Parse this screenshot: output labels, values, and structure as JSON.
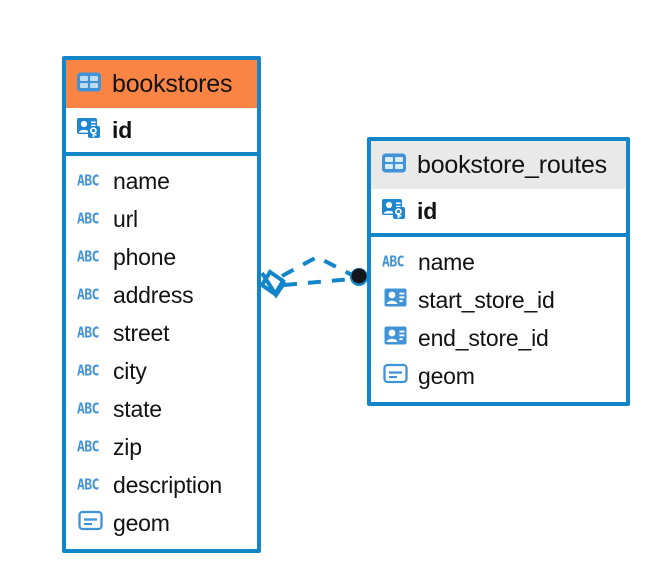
{
  "diagram": {
    "type": "entity-relationship-diagram",
    "background_color": "#ffffff",
    "accent_color": "#1385c9",
    "highlight_color": "#fa8443",
    "icon_color": "#3f93d6"
  },
  "entities": [
    {
      "name": "bookstores",
      "header_style": "accent-orange",
      "table_icon": "table-icon",
      "primary_key": {
        "label": "id",
        "icon": "primary-key-icon"
      },
      "fields": [
        {
          "label": "name",
          "icon": "abc-icon",
          "icon_text": "ABC"
        },
        {
          "label": "url",
          "icon": "abc-icon",
          "icon_text": "ABC"
        },
        {
          "label": "phone",
          "icon": "abc-icon",
          "icon_text": "ABC"
        },
        {
          "label": "address",
          "icon": "abc-icon",
          "icon_text": "ABC"
        },
        {
          "label": "street",
          "icon": "abc-icon",
          "icon_text": "ABC"
        },
        {
          "label": "city",
          "icon": "abc-icon",
          "icon_text": "ABC"
        },
        {
          "label": "state",
          "icon": "abc-icon",
          "icon_text": "ABC"
        },
        {
          "label": "zip",
          "icon": "abc-icon",
          "icon_text": "ABC"
        },
        {
          "label": "description",
          "icon": "abc-icon",
          "icon_text": "ABC"
        },
        {
          "label": "geom",
          "icon": "geometry-icon"
        }
      ]
    },
    {
      "name": "bookstore_routes",
      "header_style": "accent-gray",
      "table_icon": "table-icon",
      "primary_key": {
        "label": "id",
        "icon": "primary-key-icon"
      },
      "fields": [
        {
          "label": "name",
          "icon": "abc-icon",
          "icon_text": "ABC"
        },
        {
          "label": "start_store_id",
          "icon": "foreign-key-icon"
        },
        {
          "label": "end_store_id",
          "icon": "foreign-key-icon"
        },
        {
          "label": "geom",
          "icon": "geometry-icon"
        }
      ]
    }
  ],
  "relationship": {
    "from_entity": "bookstores",
    "to_entity": "bookstore_routes",
    "line_style": "dashed",
    "line_color": "#1385c9",
    "source_marker": "crows-foot-diamond",
    "target_marker": "filled-circle"
  }
}
